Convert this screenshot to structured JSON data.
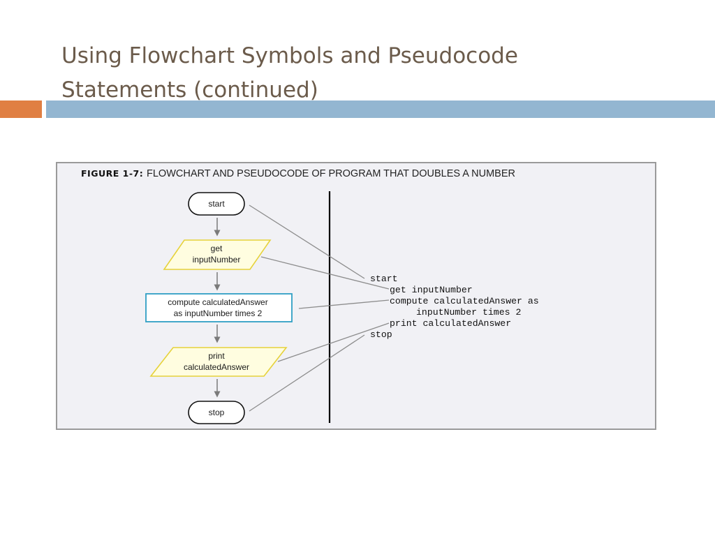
{
  "slide": {
    "title_line1": "Using Flowchart Symbols and Pseudocode",
    "title_line2": "Statements (continued)"
  },
  "figure": {
    "label": "FIGURE 1-7:",
    "caption": "FLOWCHART AND PSEUDOCODE OF PROGRAM THAT DOUBLES A NUMBER"
  },
  "flowchart": {
    "start": "start",
    "input_line1": "get",
    "input_line2": "inputNumber",
    "process_line1": "compute calculatedAnswer",
    "process_line2": "as inputNumber times 2",
    "output_line1": "print",
    "output_line2": "calculatedAnswer",
    "stop": "stop"
  },
  "pseudocode": [
    "start",
    "get inputNumber",
    "compute calculatedAnswer as",
    "inputNumber times 2",
    "print calculatedAnswer",
    "stop"
  ],
  "colors": {
    "title": "#6b5b4b",
    "accent_orange": "#e07f43",
    "accent_blue": "#93b6d1",
    "io_border": "#e6d23a",
    "io_fill": "#fffde0",
    "process_border": "#2f9fc4",
    "connector_line": "#8c8c8c"
  }
}
